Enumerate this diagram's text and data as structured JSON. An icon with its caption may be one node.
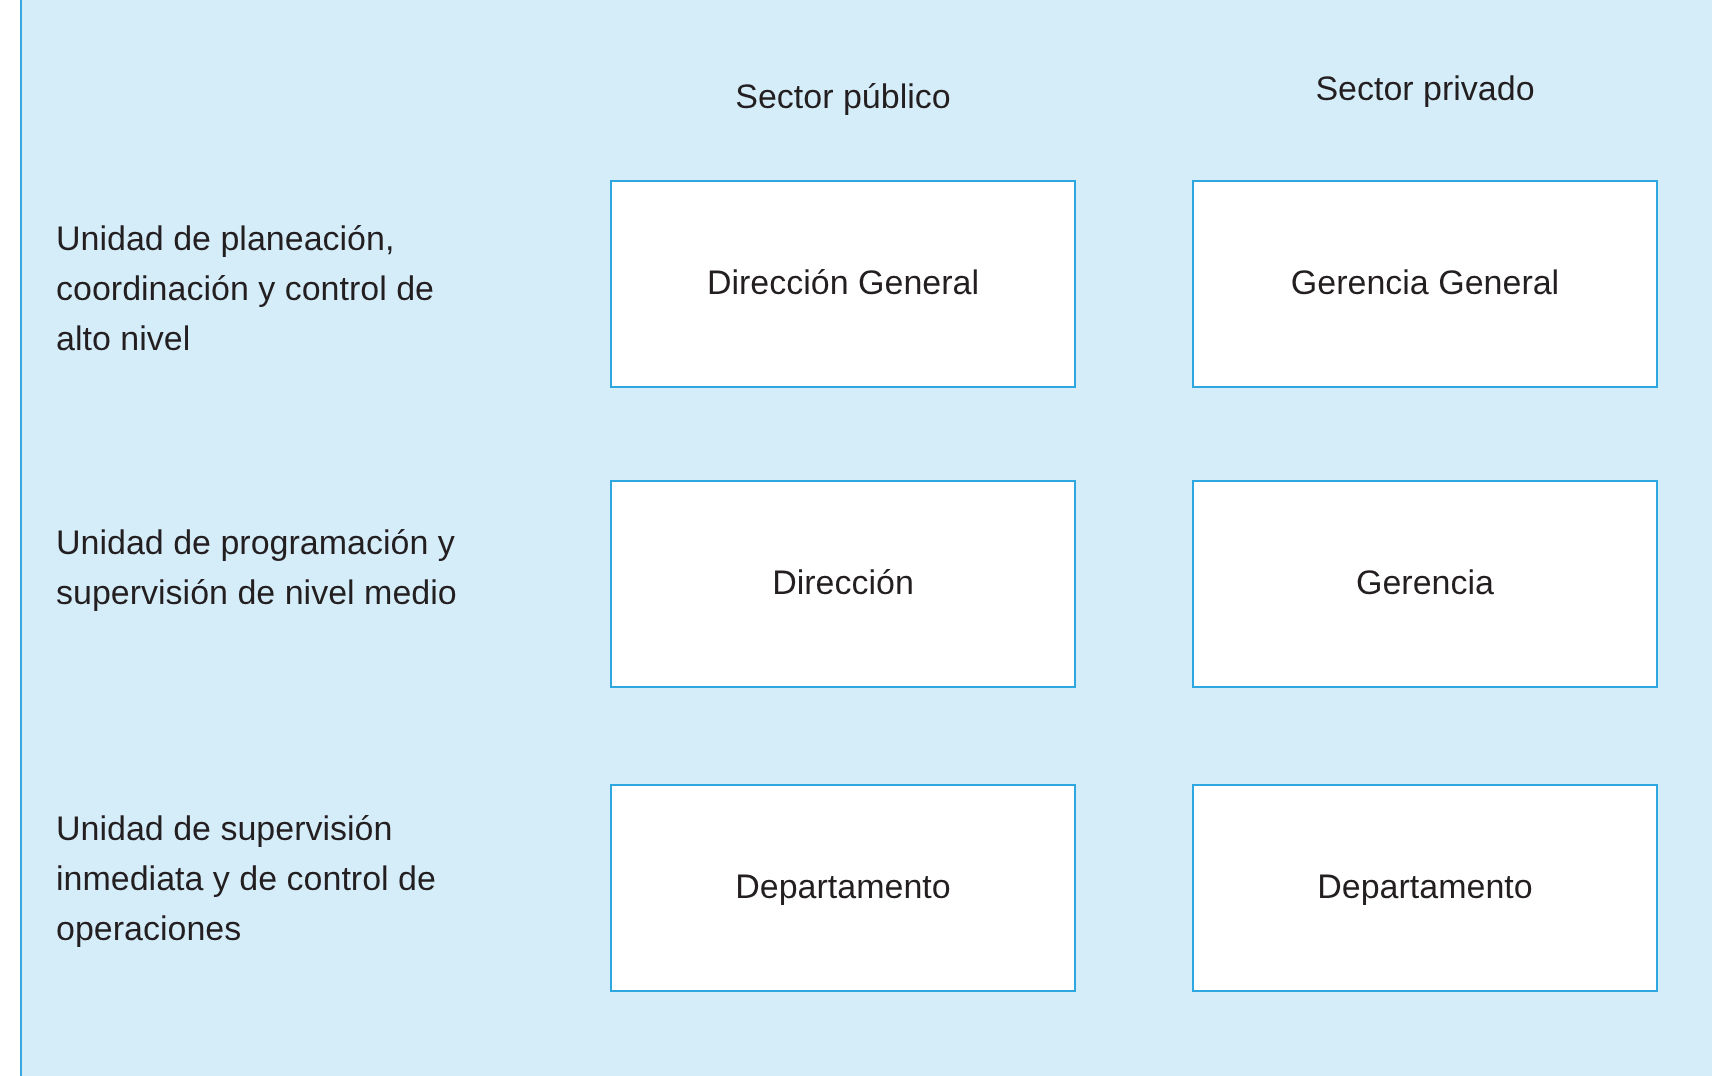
{
  "diagram": {
    "nodes": [
      {
        "text": [
          "Dirección General"
        ]
      },
      {
        "text": [
          "Gerencia General"
        ]
      },
      {
        "text": [
          "Dirección"
        ]
      },
      {
        "text": [
          "Gerencia"
        ]
      },
      {
        "text": [
          "Departamento"
        ]
      },
      {
        "text": [
          "Departamento"
        ]
      }
    ],
    "labels": [
      "Sector público",
      "Sector privado",
      "Unidad de planeación, coordinación y control de alto nivel",
      "Unidad de programación y supervisión de nivel medio",
      "Unidad de supervisión inmediata y de control de operaciones"
    ]
  }
}
